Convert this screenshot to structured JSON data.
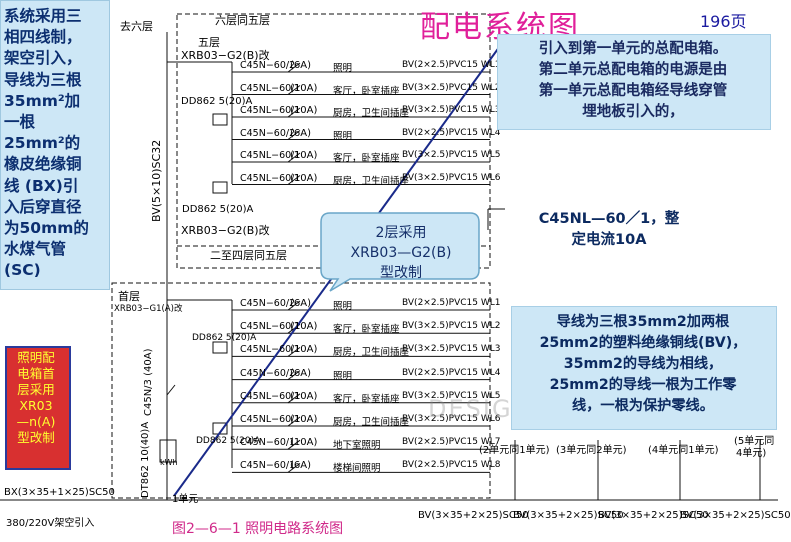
{
  "title": "配电系统图",
  "page_number": "196页",
  "left_note": [
    "系统采用三",
    "相四线制，",
    "架空引入，",
    "导线为三根",
    "35mm²加",
    "一根",
    "25mm²的",
    "橡皮绝缘铜",
    "线 (BX)引",
    "入后穿直径",
    "为50mm的",
    "水煤气管",
    "(SC)"
  ],
  "red_note": [
    "照明配",
    "电箱首",
    "层采用",
    "XR03",
    "—n(A)",
    "型改制"
  ],
  "top_callout": [
    "引入到第一单元的总配电箱。",
    "第二单元总配电箱的电源是由",
    "第一单元总配电箱经导线穿管",
    "埋地板引入的，"
  ],
  "c45_note": [
    "C45NL—60／1，整",
    "定电流10A"
  ],
  "mid_callout": [
    "2层采用",
    "XRB03—G2(B)",
    "型改制"
  ],
  "right_callout": [
    "导线为三根35mm2加两根",
    "25mm2的塑料绝缘铜线(BV)，",
    "35mm2的导线为相线，",
    "25mm2的导线一根为工作零",
    "线，一根为保护零线。"
  ],
  "caption": "图2—6—1   照明电路系统图",
  "watermark": "DESIGN",
  "diagram": {
    "to_6th_floor": "去六层",
    "floors_6_5": "六层同五层",
    "fifth_floor": "五层",
    "box_upper": "XRB03−G2(B)改",
    "upper_meter": "DD862 5(20)A",
    "upper_meter2": "DD862 5(20)A",
    "upper_box_bottom": "XRB03−G2(B)改",
    "floors_2_4": "二至四层同五层",
    "riser_label": "BV(5×10)SC32",
    "first_floor": "首层",
    "box_lower": "XRB03−G1(A)改",
    "lower_meter": "DD862 5(20)A",
    "lower_meter2": "DD862 5(20)A",
    "main_breaker": "C45N/3 (40A)",
    "main_meter": "DT862 10(40)A",
    "kwh": "kWh",
    "first_unit": "1单元",
    "incoming_cable": "BX(3×35+1×25)SC50",
    "overhead_in": "380/220V架空引入",
    "upper_circuits": [
      {
        "breaker": "C45N−60/2",
        "rating": "(6A)",
        "use": "照明",
        "cable": "BV(2×2.5)PVC15 WL1"
      },
      {
        "breaker": "C45NL−60/1",
        "rating": "(10A)",
        "use": "客厅，卧室插座",
        "cable": "BV(3×2.5)PVC15 WL2"
      },
      {
        "breaker": "C45NL−60/1",
        "rating": "(10A)",
        "use": "厨房，卫生间插座",
        "cable": "BV(3×2.5)PVC15 WL3"
      },
      {
        "breaker": "C45N−60/2",
        "rating": "(6A)",
        "use": "照明",
        "cable": "BV(2×2.5)PVC15 WL4"
      },
      {
        "breaker": "C45NL−60/1",
        "rating": "(10A)",
        "use": "客厅，卧室插座",
        "cable": "BV(3×2.5)PVC15 WL5"
      },
      {
        "breaker": "C45NL−60/1",
        "rating": "(10A)",
        "use": "厨房，卫生间插座",
        "cable": "BV(3×2.5)PVC15 WL6"
      }
    ],
    "lower_circuits": [
      {
        "breaker": "C45N−60/2",
        "rating": "(6A)",
        "use": "照明",
        "cable": "BV(2×2.5)PVC15 WL1"
      },
      {
        "breaker": "C45NL−60/1",
        "rating": "(10A)",
        "use": "客厅，卧室插座",
        "cable": "BV(3×2.5)PVC15 WL2"
      },
      {
        "breaker": "C45NL−60/1",
        "rating": "(10A)",
        "use": "厨房，卫生间插座",
        "cable": "BV(3×2.5)PVC15 WL3"
      },
      {
        "breaker": "C45N−60/2",
        "rating": "(6A)",
        "use": "照明",
        "cable": "BV(2×2.5)PVC15 WL4"
      },
      {
        "breaker": "C45NL−60/1",
        "rating": "(10A)",
        "use": "客厅，卧室插座",
        "cable": "BV(3×2.5)PVC15 WL5"
      },
      {
        "breaker": "C45NL−60/1",
        "rating": "(10A)",
        "use": "厨房，卫生间插座",
        "cable": "BV(3×2.5)PVC15 WL6"
      },
      {
        "breaker": "C45N−60/1",
        "rating": "(10A)",
        "use": "地下室照明",
        "cable": "BV(2×2.5)PVC15 WL7"
      },
      {
        "breaker": "C45N−60/1",
        "rating": "(6A)",
        "use": "楼梯间照明",
        "cable": "BV(2×2.5)PVC15 WL8"
      }
    ],
    "units": [
      "(2单元同1单元)",
      "(3单元同2单元)",
      "(4单元同1单元)",
      "(5单元同",
      "4单元)"
    ],
    "bottom_cables": [
      "BV(3×35+2×25)SC50",
      "BV(3×35+2×25)SC50",
      "BV(3×35+2×25)SC50",
      "BV(3×35+2×25)SC50"
    ]
  }
}
